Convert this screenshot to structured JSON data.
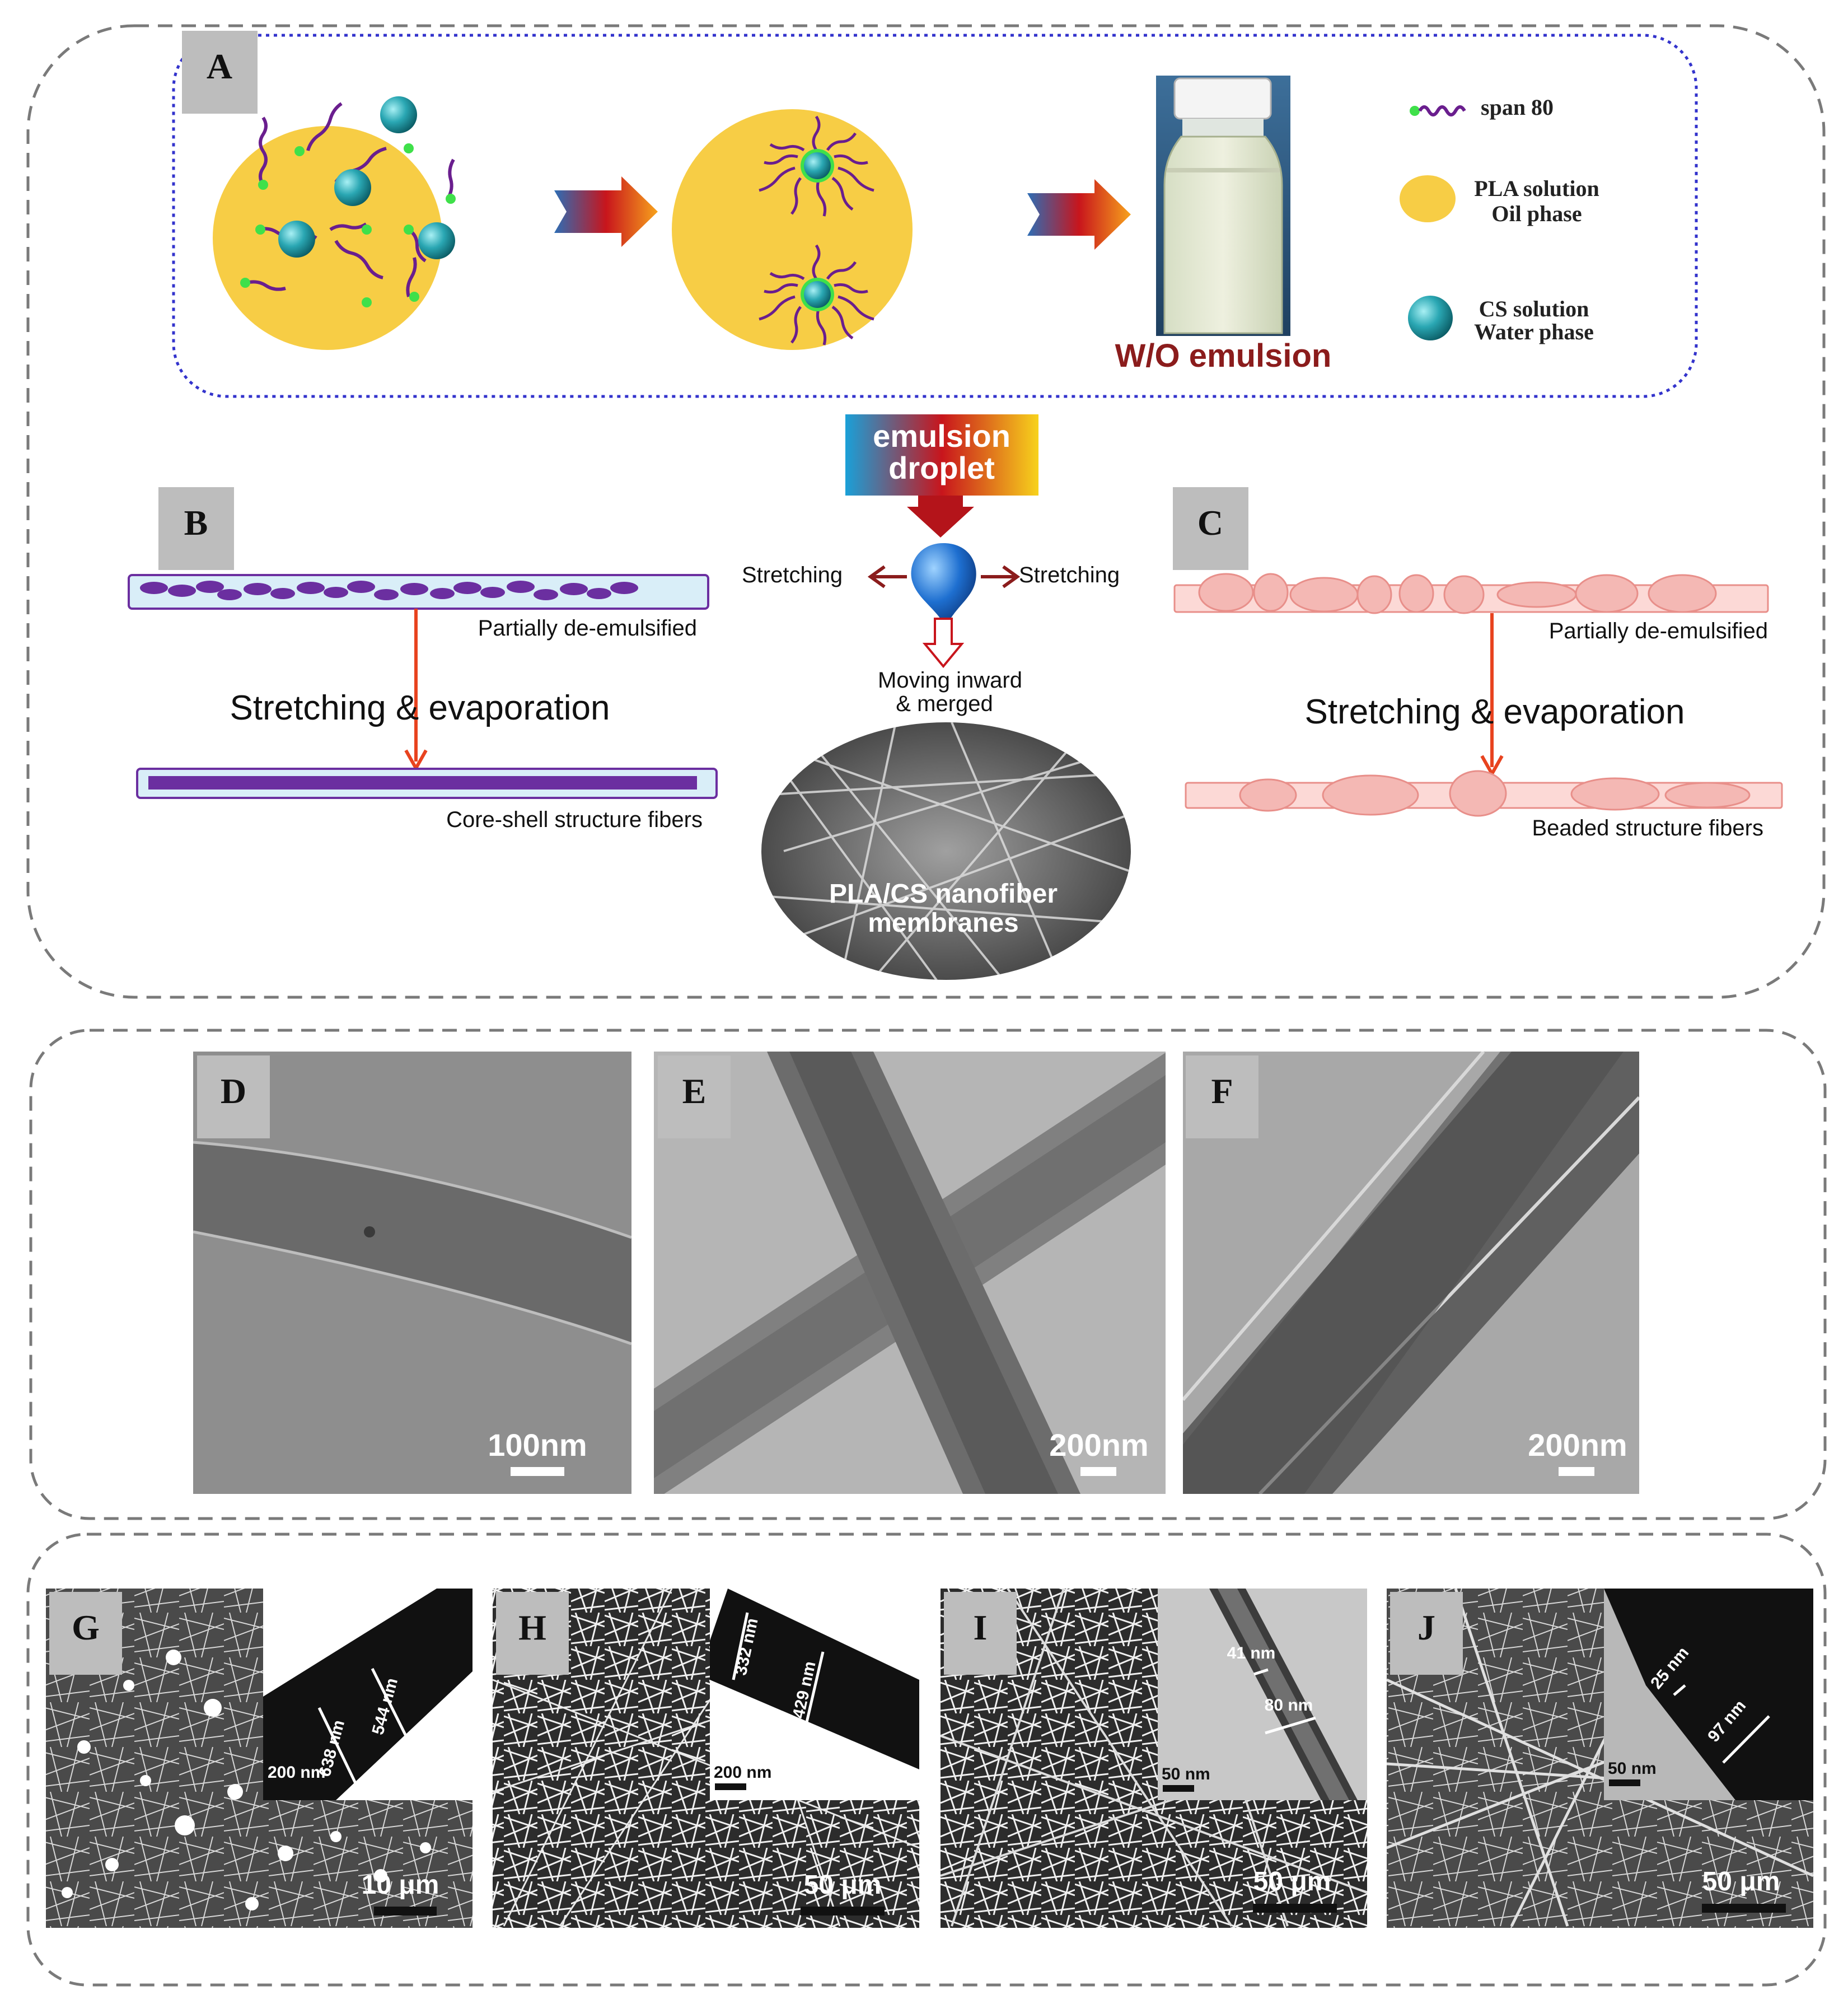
{
  "panels": {
    "a": "A",
    "b": "B",
    "c": "C",
    "d": "D",
    "e": "E",
    "f": "F",
    "g": "G",
    "h": "H",
    "i": "I",
    "j": "J"
  },
  "legend": {
    "span": "span 80",
    "pla_line1": "PLA solution",
    "pla_line2": "Oil phase",
    "cs_line1": "CS solution",
    "cs_line2": "Water phase"
  },
  "emulsion_label": "W/O emulsion",
  "droplet": {
    "title_line1": "emulsion",
    "title_line2": "droplet",
    "stretch_left": "Stretching",
    "stretch_right": "Stretching",
    "moving_line1": "Moving inward",
    "moving_line2": "& merged",
    "membrane_line1": "PLA/CS nanofiber",
    "membrane_line2": "membranes"
  },
  "panel_b": {
    "demulsified": "Partially de-emulsified",
    "process": "Stretching & evaporation",
    "result": "Core-shell structure  fibers"
  },
  "panel_c": {
    "demulsified": "Partially de-emulsified",
    "process": "Stretching & evaporation",
    "result": "Beaded structure fibers"
  },
  "scales": {
    "d": "100nm",
    "e": "200nm",
    "f": "200nm",
    "g": "10 μm",
    "g_inset": "200 nm",
    "h": "50 μm",
    "h_inset": "200 nm",
    "i": "50 μm",
    "i_inset": "50 nm",
    "j": "50 μm",
    "j_inset": "50 nm"
  },
  "measurements": {
    "g1": "638 nm",
    "g2": "544 nm",
    "h1": "332 nm",
    "h2": "429 nm",
    "i1": "41 nm",
    "i2": "80 nm",
    "j1": "25 nm",
    "j2": "97 nm"
  },
  "colors": {
    "oil_phase": "#f7cd45",
    "water_phase": "#2aa7b3",
    "surfactant_tail": "#6a1e8e",
    "surfactant_head": "#3fe04a",
    "core_shell_fiber": "#6b2fa0",
    "beaded_fiber": "#f4b8b4",
    "emulsion_title": "#8b1c1c",
    "dash_border": "#7a7a7a",
    "dotted_border": "#3333cc"
  }
}
